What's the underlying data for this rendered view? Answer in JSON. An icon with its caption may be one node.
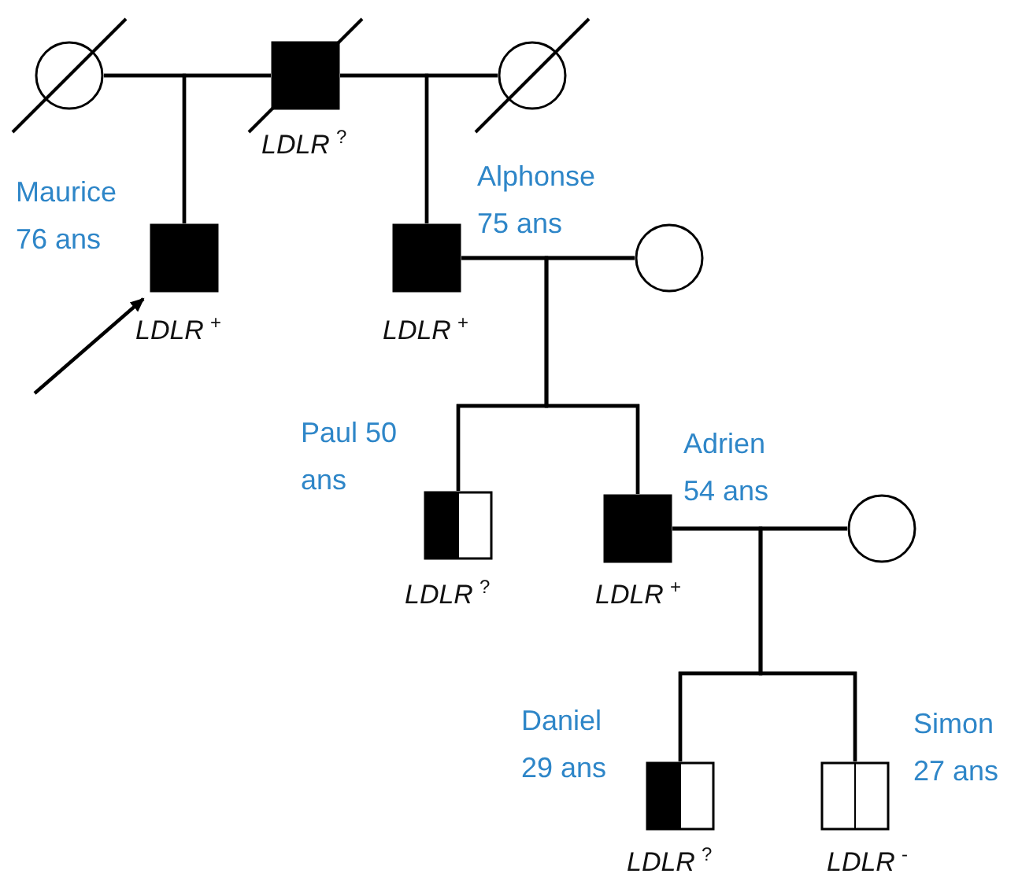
{
  "diagram": {
    "nodes": [
      {
        "text": [],
        "shape": "circle"
      },
      {
        "text": [],
        "shape": "square",
        "beside": [
          "LDLR$^{?}$"
        ]
      },
      {
        "text": [],
        "shape": "circle"
      },
      {
        "text": [],
        "shape": "square",
        "beside": [
          "Maurice 76 ans",
          "LDLR$^{+}$"
        ]
      },
      {
        "text": [],
        "shape": "square",
        "beside": [
          "Alphonse 75 ans",
          "LDLR$^{+}$"
        ]
      },
      {
        "text": [],
        "shape": "circle"
      },
      {
        "text": [],
        "shape": "square",
        "beside": [
          "Paul 50 ans",
          "LDLR$^{?}$"
        ]
      },
      {
        "text": [],
        "shape": "square",
        "beside": [
          "Adrien 54 ans",
          "LDLR$^{+}$"
        ]
      },
      {
        "text": [],
        "shape": "circle"
      },
      {
        "text": [],
        "shape": "square",
        "beside": [
          "Daniel 29 ans",
          "LDLR$^{?}$"
        ]
      },
      {
        "text": [],
        "shape": "square",
        "beside": [
          "Simon 27 ans",
          "LDLR$^{-}$"
        ]
      }
    ],
    "edges": [
      {
        "from": 0,
        "to": 1,
        "arrow": "none"
      },
      {
        "from": 1,
        "to": 2,
        "arrow": "none"
      },
      {
        "from": 0,
        "to": 3,
        "arrow": "none"
      },
      {
        "from": 1,
        "to": 3,
        "arrow": "none"
      },
      {
        "from": 1,
        "to": 4,
        "arrow": "none"
      },
      {
        "from": 2,
        "to": 4,
        "arrow": "none"
      },
      {
        "from": 4,
        "to": 5,
        "arrow": "none"
      },
      {
        "from": 4,
        "to": 6,
        "arrow": "none"
      },
      {
        "from": 5,
        "to": 6,
        "arrow": "none"
      },
      {
        "from": 4,
        "to": 7,
        "arrow": "none"
      },
      {
        "from": 5,
        "to": 7,
        "arrow": "none"
      },
      {
        "from": 7,
        "to": 8,
        "arrow": "none"
      },
      {
        "from": 7,
        "to": 9,
        "arrow": "none"
      },
      {
        "from": 8,
        "to": 9,
        "arrow": "none"
      },
      {
        "from": 7,
        "to": 10,
        "arrow": "none"
      },
      {
        "from": 8,
        "to": 10,
        "arrow": "none"
      },
      {
        "from": null,
        "to": 3,
        "arrow": "to"
      }
    ]
  }
}
